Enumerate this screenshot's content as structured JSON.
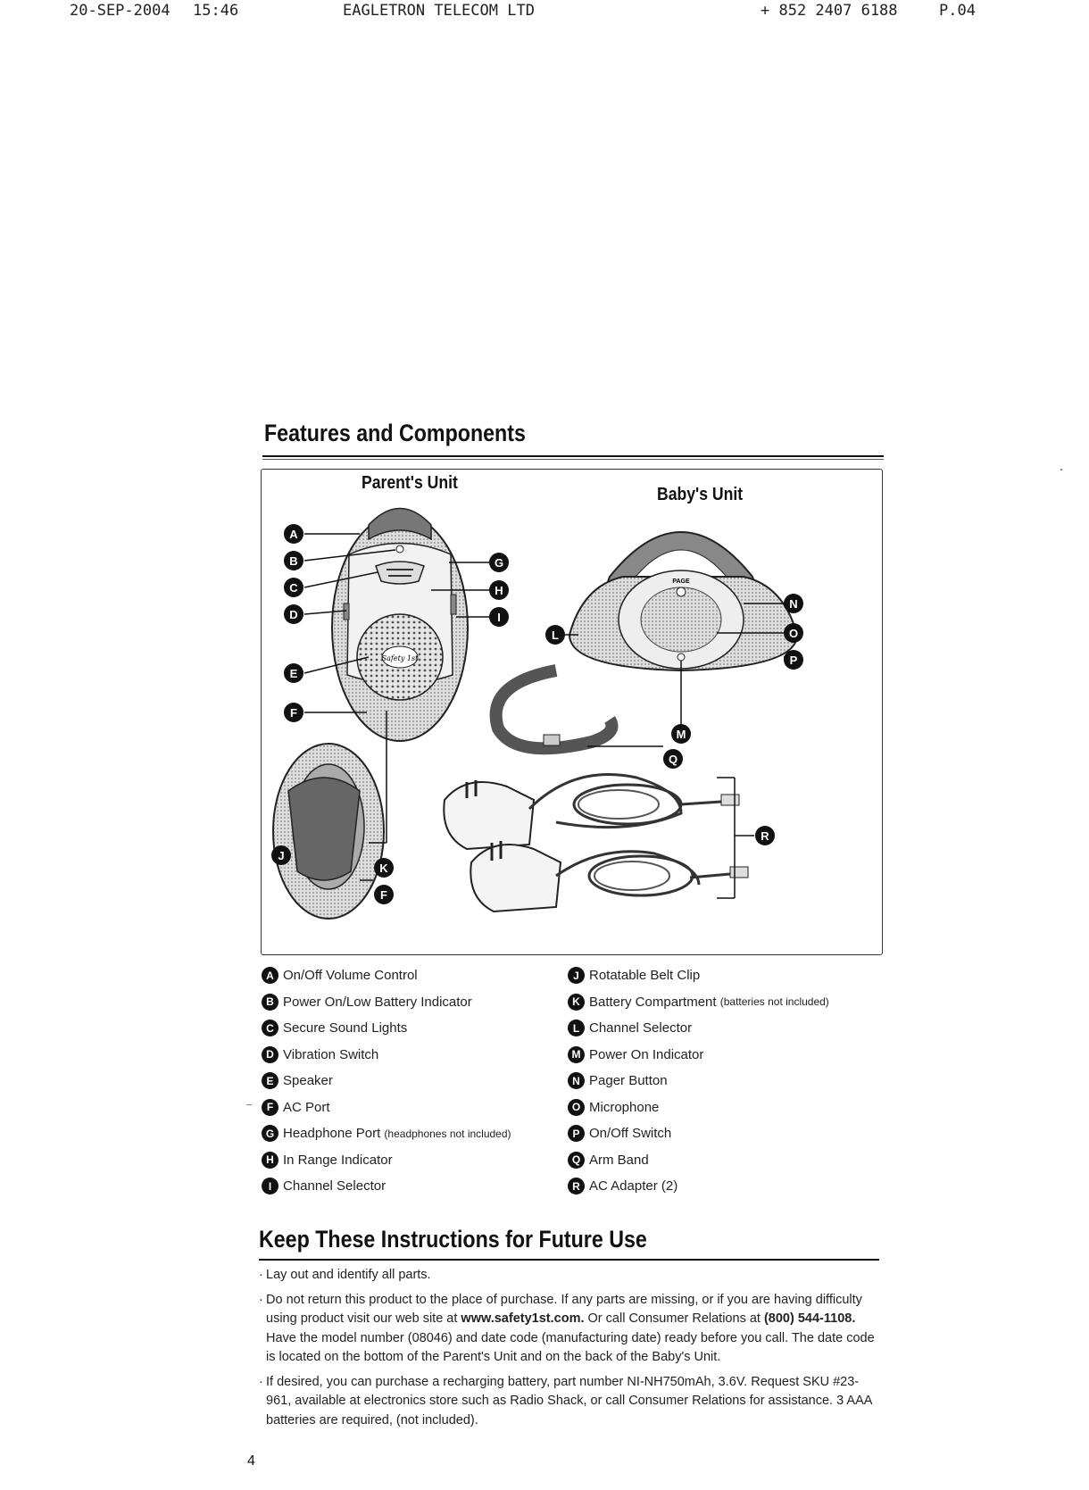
{
  "fax_header": {
    "date": "20-SEP-2004",
    "time": "15:46",
    "company": "EAGLETRON TELECOM LTD",
    "phone": "+ 852 2407 6188",
    "page": "P.04"
  },
  "features": {
    "title": "Features and Components",
    "parents_unit_label": "Parent's Unit",
    "babys_unit_label": "Baby's Unit",
    "pager_label": "PAGE",
    "brand_label": "Safety 1st"
  },
  "components_left": [
    {
      "letter": "A",
      "label": "On/Off Volume Control",
      "note": ""
    },
    {
      "letter": "B",
      "label": "Power On/Low Battery Indicator",
      "note": ""
    },
    {
      "letter": "C",
      "label": "Secure Sound Lights",
      "note": ""
    },
    {
      "letter": "D",
      "label": "Vibration Switch",
      "note": ""
    },
    {
      "letter": "E",
      "label": "Speaker",
      "note": ""
    },
    {
      "letter": "F",
      "label": "AC Port",
      "note": ""
    },
    {
      "letter": "G",
      "label": "Headphone Port",
      "note": "(headphones not included)"
    },
    {
      "letter": "H",
      "label": "In Range Indicator",
      "note": ""
    },
    {
      "letter": "I",
      "label": "Channel Selector",
      "note": ""
    }
  ],
  "components_right": [
    {
      "letter": "J",
      "label": "Rotatable Belt Clip",
      "note": ""
    },
    {
      "letter": "K",
      "label": "Battery Compartment",
      "note": "(batteries not included)"
    },
    {
      "letter": "L",
      "label": "Channel Selector",
      "note": ""
    },
    {
      "letter": "M",
      "label": "Power On Indicator",
      "note": ""
    },
    {
      "letter": "N",
      "label": "Pager Button",
      "note": ""
    },
    {
      "letter": "O",
      "label": "Microphone",
      "note": ""
    },
    {
      "letter": "P",
      "label": "On/Off Switch",
      "note": ""
    },
    {
      "letter": "Q",
      "label": "Arm Band",
      "note": ""
    },
    {
      "letter": "R",
      "label": "AC Adapter (2)",
      "note": ""
    }
  ],
  "instructions": {
    "title": "Keep These Instructions for Future Use",
    "bullet1": "Lay out and identify all parts.",
    "bullet2_a": "Do not return this product to the place of purchase. If any parts are missing, or if you are having difficulty using product visit our web site at ",
    "bullet2_url": "www.safety1st.com.",
    "bullet2_b": " Or call Consumer Relations at ",
    "bullet2_phone": "(800) 544-1108.",
    "bullet2_c": " Have the model number (08046) and date code (manufacturing date) ready before you call. The date code is located on the bottom of the Parent's Unit and on the back of the Baby's Unit.",
    "bullet3": "If desired, you can purchase a recharging battery, part number NI-NH750mAh, 3.6V. Request SKU #23-961, available at electronics store such as Radio Shack, or call Consumer Relations for assistance. 3 AAA batteries are required, (not included)."
  },
  "page_number": "4"
}
